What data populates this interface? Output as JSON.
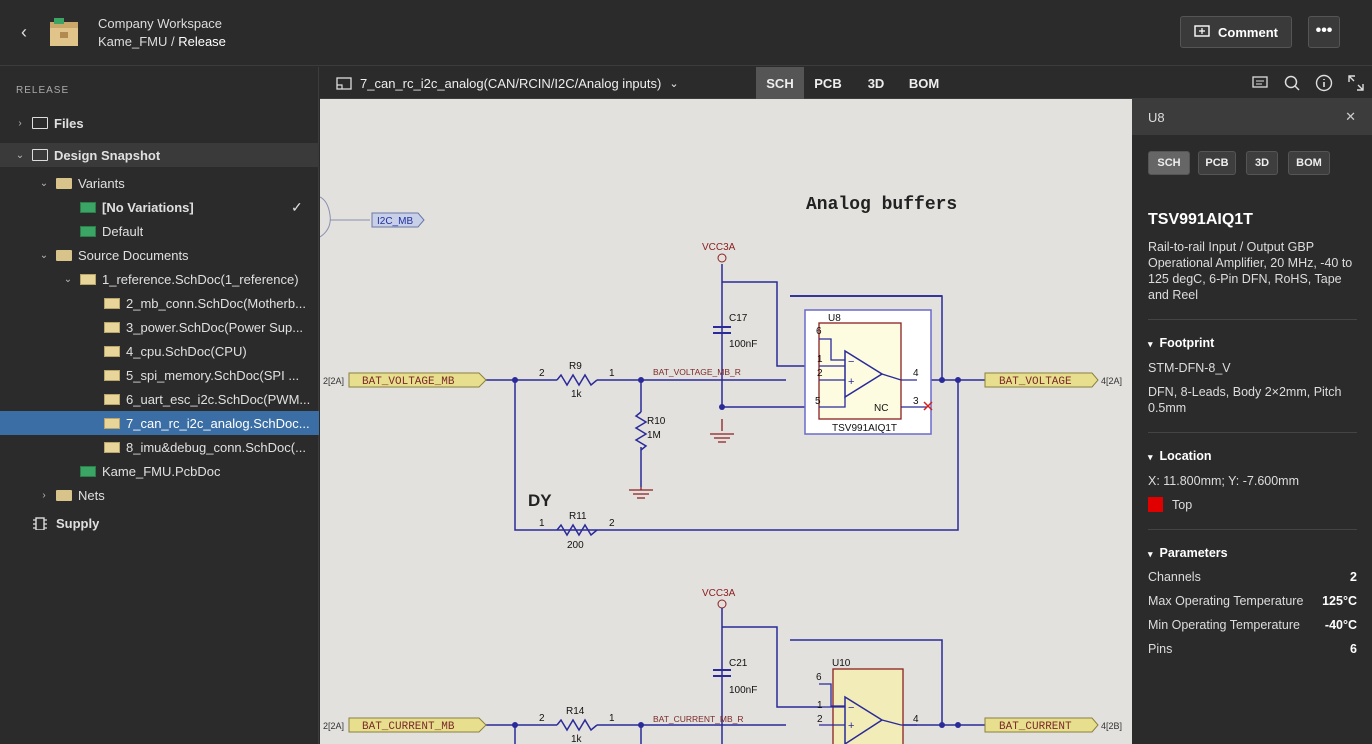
{
  "header": {
    "workspace": "Company Workspace",
    "project": "Kame_FMU",
    "separator": " / ",
    "release": "Release",
    "comment_label": "Comment",
    "more_label": "•••"
  },
  "sidebar": {
    "section": "RELEASE",
    "items": [
      {
        "label": "Files"
      },
      {
        "label": "Design Snapshot"
      },
      {
        "label": "Variants"
      },
      {
        "label": "[No Variations]"
      },
      {
        "label": "Default"
      },
      {
        "label": "Source Documents"
      },
      {
        "label": "1_reference.SchDoc(1_reference)"
      },
      {
        "label": "2_mb_conn.SchDoc(Motherb..."
      },
      {
        "label": "3_power.SchDoc(Power Sup..."
      },
      {
        "label": "4_cpu.SchDoc(CPU)"
      },
      {
        "label": "5_spi_memory.SchDoc(SPI ..."
      },
      {
        "label": "6_uart_esc_i2c.SchDoc(PWM..."
      },
      {
        "label": "7_can_rc_i2c_analog.SchDoc..."
      },
      {
        "label": "8_imu&debug_conn.SchDoc(..."
      },
      {
        "label": "Kame_FMU.PcbDoc"
      },
      {
        "label": "Nets"
      },
      {
        "label": "Supply"
      }
    ]
  },
  "toolbar": {
    "document": "7_can_rc_i2c_analog(CAN/RCIN/I2C/Analog inputs)",
    "tabs": [
      "SCH",
      "PCB",
      "3D",
      "BOM"
    ],
    "active_tab": "SCH"
  },
  "schematic": {
    "title": "Analog buffers",
    "i2c_port": "I2C_MB",
    "vcc1": "VCC3A",
    "vcc2": "VCC3A",
    "port_in1": "BAT_VOLTAGE_MB",
    "port_in1_ref": "2[2A]",
    "port_out1": "BAT_VOLTAGE",
    "port_out1_ref": "4[2A]",
    "r9": "R9",
    "r9_val": "1k",
    "r10": "R10",
    "r10_val": "1M",
    "r11": "R11",
    "r11_val": "200",
    "c17": "C17",
    "c17_val": "100nF",
    "u8": "U8",
    "u8_part": "TSV991AIQ1T",
    "nc": "NC",
    "net1": "BAT_VOLTAGE_MB_R",
    "dy": "DY",
    "port_in2": "BAT_CURRENT_MB",
    "port_in2_ref": "2[2A]",
    "port_out2": "BAT_CURRENT",
    "port_out2_ref": "4[2B]",
    "r14": "R14",
    "r14_val": "1k",
    "c21": "C21",
    "c21_val": "100nF",
    "u10": "U10",
    "net2": "BAT_CURRENT_MB_R",
    "pins": {
      "one": "1",
      "two": "2",
      "three": "3",
      "four": "4",
      "five": "5",
      "six": "6",
      "plus": "+",
      "minus": "−"
    }
  },
  "panel": {
    "designator": "U8",
    "tabs": [
      "SCH",
      "PCB",
      "3D",
      "BOM"
    ],
    "part": "TSV991AIQ1T",
    "description": "Rail-to-rail Input / Output GBP Operational Amplifier, 20 MHz, -40 to 125 degC, 6-Pin DFN, RoHS, Tape and Reel",
    "footprint_head": "Footprint",
    "footprint_name": "STM-DFN-8_V",
    "footprint_desc": "DFN, 8-Leads, Body 2×2mm, Pitch 0.5mm",
    "location_head": "Location",
    "location": "X: 11.800mm; Y: -7.600mm",
    "layer": "Top",
    "layer_color": "#e00000",
    "params_head": "Parameters",
    "params": [
      {
        "name": "Channels",
        "value": "2"
      },
      {
        "name": "Max Operating Temperature",
        "value": "125°C"
      },
      {
        "name": "Min Operating Temperature",
        "value": "-40°C"
      },
      {
        "name": "Pins",
        "value": "6"
      }
    ]
  }
}
